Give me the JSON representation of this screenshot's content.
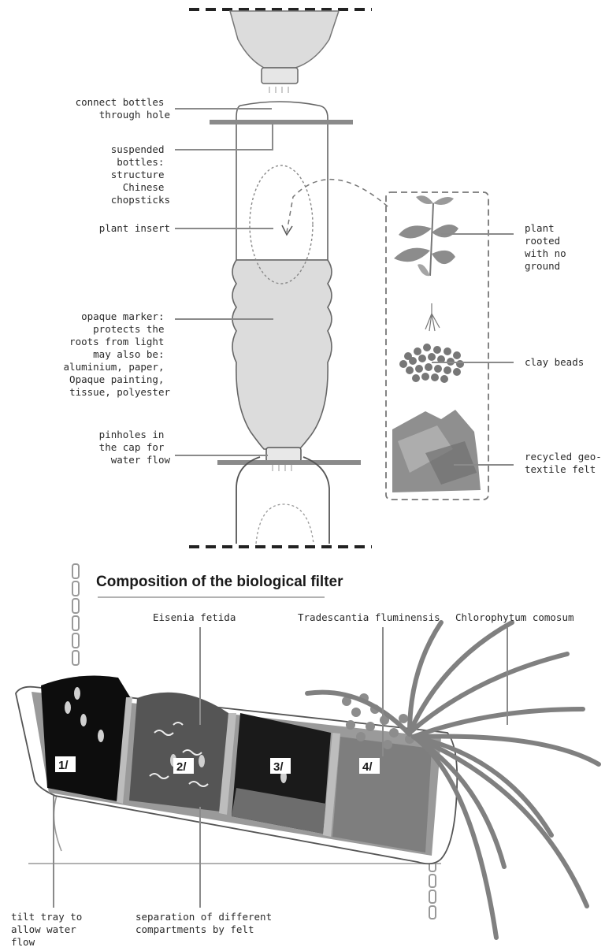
{
  "top_labels": {
    "connect": [
      "connect bottles",
      "through hole"
    ],
    "suspended": [
      "suspended",
      "bottles:",
      "structure",
      "Chinese",
      "chopsticks"
    ],
    "insert": [
      "plant insert"
    ],
    "marker": [
      "opaque marker:",
      "protects the",
      "roots from light",
      "may also be:",
      "aluminium, paper,",
      "Opaque painting,",
      "tissue, polyester"
    ],
    "pinholes": [
      "pinholes in",
      "the cap for",
      "water flow"
    ],
    "plant": [
      "plant",
      "rooted",
      "with no",
      "ground"
    ],
    "clay": [
      "clay beads"
    ],
    "felt": [
      "recycled geo-",
      "textile felt"
    ]
  },
  "filter": {
    "title": "Composition of the biological filter",
    "eisenia": "Eisenia fetida",
    "tradescantia": "Tradescantia fluminensis",
    "chlorophytum": "Chlorophytum comosum",
    "tilt": [
      "tilt tray to",
      "allow water",
      "flow"
    ],
    "separation": [
      "separation of different",
      "compartments by felt"
    ],
    "compartments": [
      "1/",
      "2/",
      "3/",
      "4/"
    ]
  },
  "colors": {
    "bottle_fill": "#dcdcdc",
    "bar": "#8a8a8a",
    "leaf": "#8c8c8c",
    "soil_black": "#0d0d0d",
    "compost": "#555555"
  }
}
